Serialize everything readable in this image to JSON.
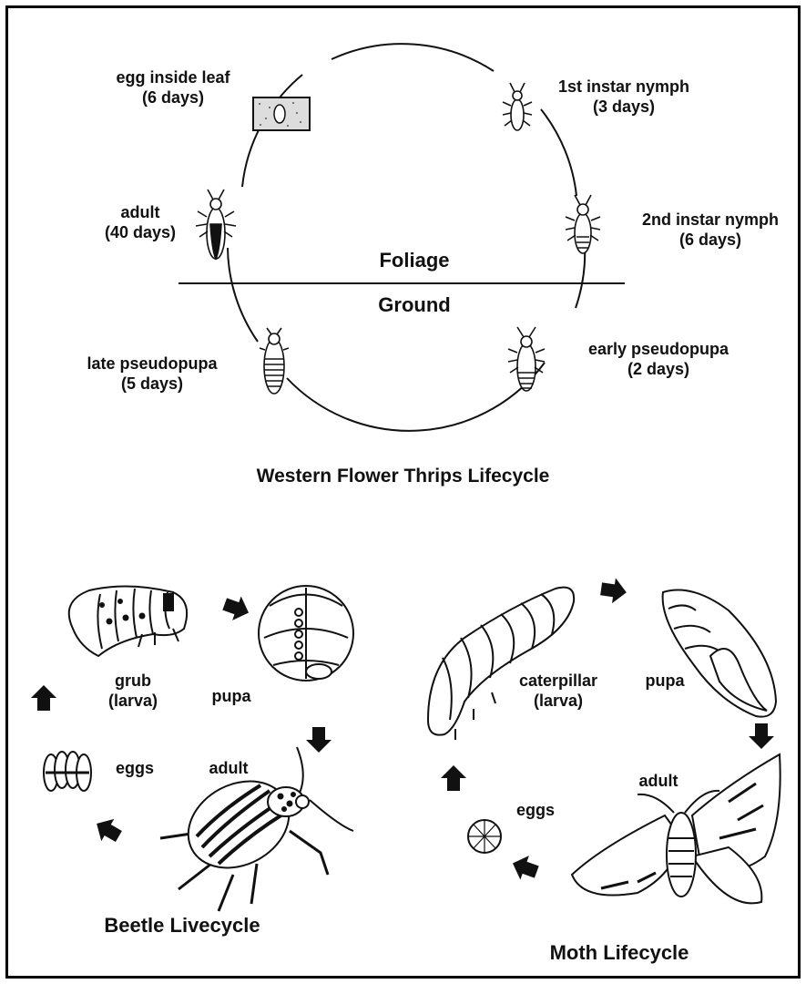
{
  "thrips": {
    "stages": [
      {
        "name": "egg inside leaf",
        "duration": "(6 days)"
      },
      {
        "name": "1st instar nymph",
        "duration": "(3 days)"
      },
      {
        "name": "2nd instar nymph",
        "duration": "(6 days)"
      },
      {
        "name": "early pseudopupa",
        "duration": "(2 days)"
      },
      {
        "name": "late pseudopupa",
        "duration": "(5 days)"
      },
      {
        "name": "adult",
        "duration": "(40 days)"
      }
    ],
    "foliage": "Foliage",
    "ground": "Ground",
    "title": "Western Flower Thrips Lifecycle"
  },
  "beetle": {
    "larva_line1": "grub",
    "larva_line2": "(larva)",
    "pupa": "pupa",
    "adult": "adult",
    "eggs": "eggs",
    "title": "Beetle Livecycle"
  },
  "moth": {
    "larva_line1": "caterpillar",
    "larva_line2": "(larva)",
    "pupa": "pupa",
    "adult": "adult",
    "eggs": "eggs",
    "title": "Moth Lifecycle"
  }
}
